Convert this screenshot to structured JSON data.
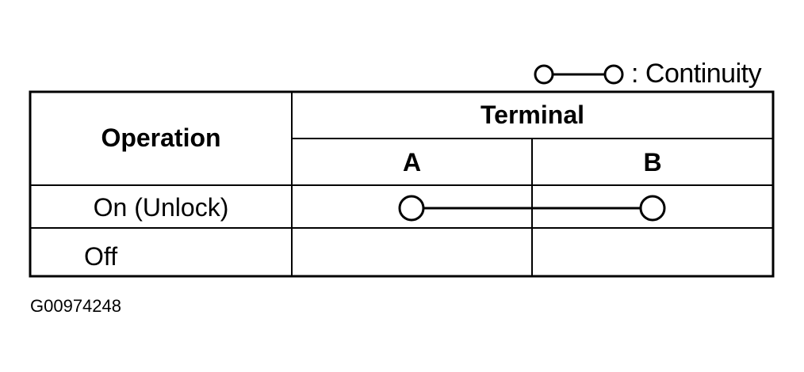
{
  "legend": {
    "symbol_icon": "continuity-symbol-icon",
    "label": ": Continuity"
  },
  "table": {
    "header_operation": "Operation",
    "header_terminal": "Terminal",
    "terminals": [
      "A",
      "B"
    ],
    "rows": [
      {
        "operation": "On (Unlock)",
        "continuity": [
          "A",
          "B"
        ]
      },
      {
        "operation": "Off",
        "continuity": []
      }
    ]
  },
  "figure_id": "G00974248"
}
